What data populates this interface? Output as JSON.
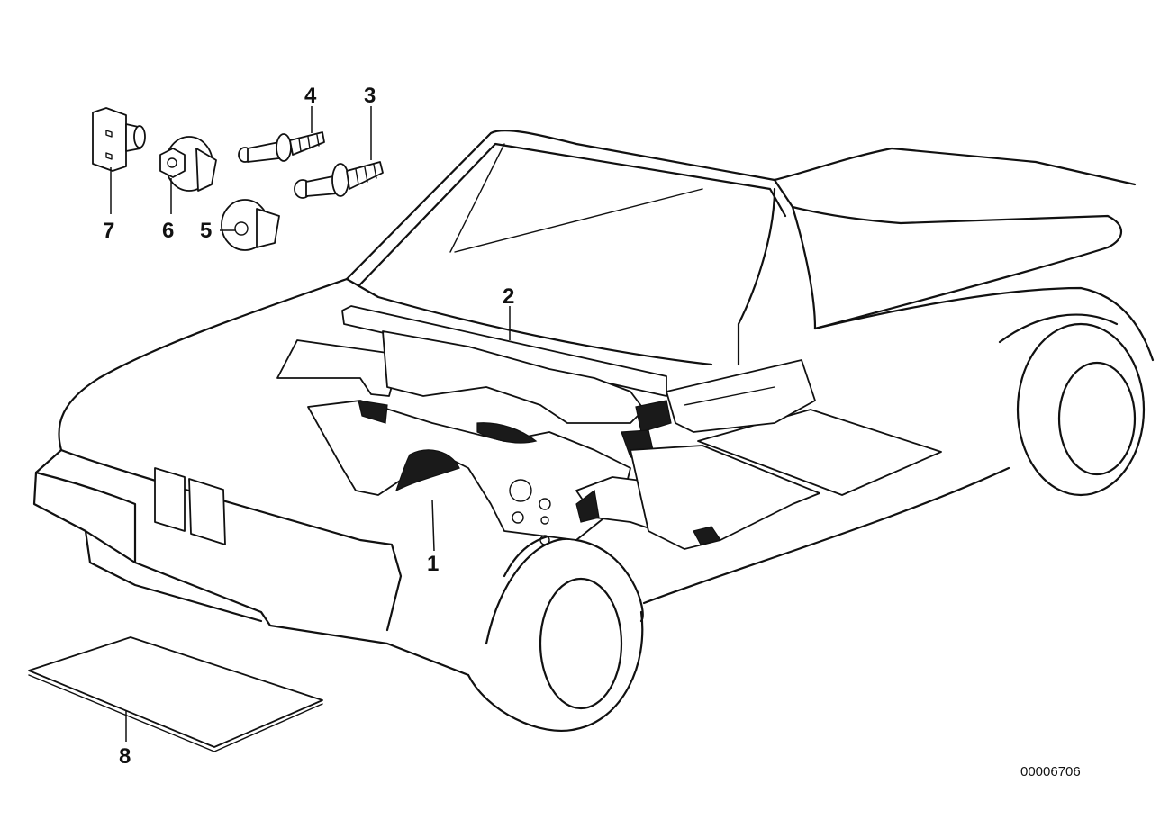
{
  "callouts": [
    {
      "id": "1",
      "label": "1"
    },
    {
      "id": "2",
      "label": "2"
    },
    {
      "id": "3",
      "label": "3"
    },
    {
      "id": "4",
      "label": "4"
    },
    {
      "id": "5",
      "label": "5"
    },
    {
      "id": "6",
      "label": "6"
    },
    {
      "id": "7",
      "label": "7"
    },
    {
      "id": "8",
      "label": "8"
    }
  ],
  "document_number": "00006706"
}
